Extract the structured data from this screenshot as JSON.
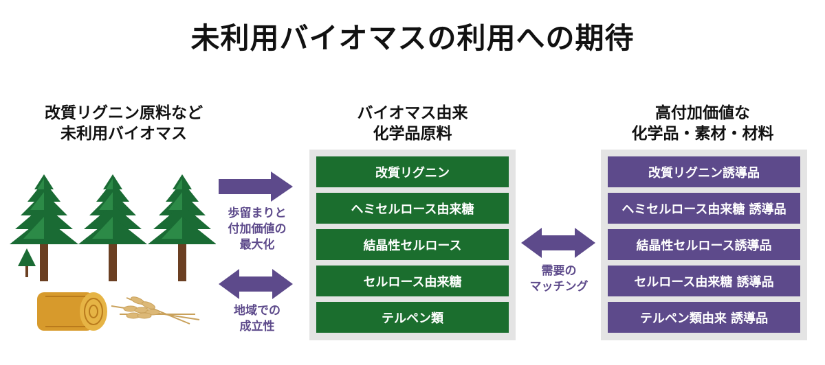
{
  "title": "未利用バイオマスの利用への期待",
  "columns": {
    "left": {
      "heading_lines": [
        "改質リグニン原料など",
        "未利用バイオマス"
      ]
    },
    "middle": {
      "heading_lines": [
        "バイオマス由来",
        "化学品原料"
      ],
      "items": [
        "改質リグニン",
        "ヘミセルロース由来糖",
        "結晶性セルロース",
        "セルロース由来糖",
        "テルペン類"
      ]
    },
    "right": {
      "heading_lines": [
        "高付加価値な",
        "化学品・素材・材料"
      ],
      "items": [
        "改質リグニン誘導品",
        "ヘミセルロース由来糖 誘導品",
        "結晶性セルロース誘導品",
        "セルロース由来糖 誘導品",
        "テルペン類由来 誘導品"
      ]
    }
  },
  "arrows": {
    "yield": {
      "label_lines": [
        "歩留まりと",
        "付加価値の",
        "最大化"
      ]
    },
    "local": {
      "label_lines": [
        "地域での",
        "成立性"
      ]
    },
    "matching": {
      "label_lines": [
        "需要の",
        "マッチング"
      ]
    }
  },
  "colors": {
    "green": "#1b6e2e",
    "purple": "#5d4a8b",
    "box_bg": "#e4e4e4"
  },
  "icons": [
    "conifer-tree",
    "hay-bale",
    "wheat-ears"
  ]
}
